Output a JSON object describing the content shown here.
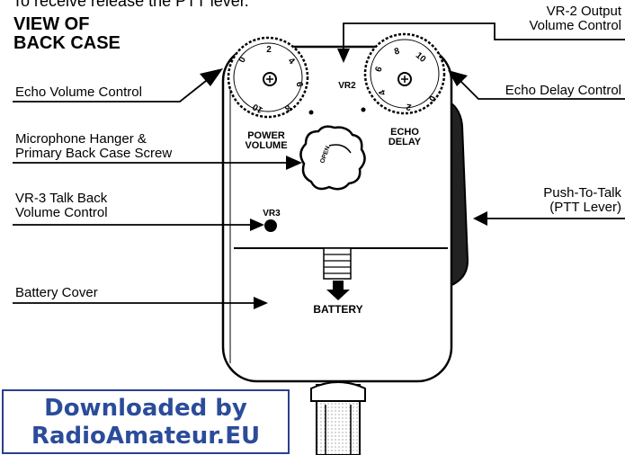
{
  "top_text": "To receive release the PTT lever.",
  "title": [
    "VIEW OF",
    "BACK CASE"
  ],
  "labels": {
    "echo_volume": "Echo Volume Control",
    "mic_hanger_1": "Microphone Hanger &",
    "mic_hanger_2": "Primary Back Case Screw",
    "vr3_1": "VR-3 Talk Back",
    "vr3_2": "Volume Control",
    "battery_cover": "Battery Cover",
    "vr2_1": "VR-2 Output",
    "vr2_2": "Volume Control",
    "echo_delay": "Echo Delay Control",
    "ptt_1": "Push-To-Talk",
    "ptt_2": "(PTT Lever)"
  },
  "device": {
    "left_knob_ticks": [
      "0",
      "2",
      "4",
      "6",
      "8",
      "10"
    ],
    "right_knob_ticks": [
      "10",
      "8",
      "6",
      "4",
      "2",
      "0"
    ],
    "vr2": "VR2",
    "power_1": "POWER",
    "power_2": "VOLUME",
    "echo_1": "ECHO",
    "echo_2": "DELAY",
    "open": "OPEN",
    "vr3": "VR3",
    "battery": "BATTERY"
  },
  "watermark": [
    "Downloaded by",
    "RadioAmateur.EU"
  ],
  "colors": {
    "watermark": "#2b4c9a"
  }
}
